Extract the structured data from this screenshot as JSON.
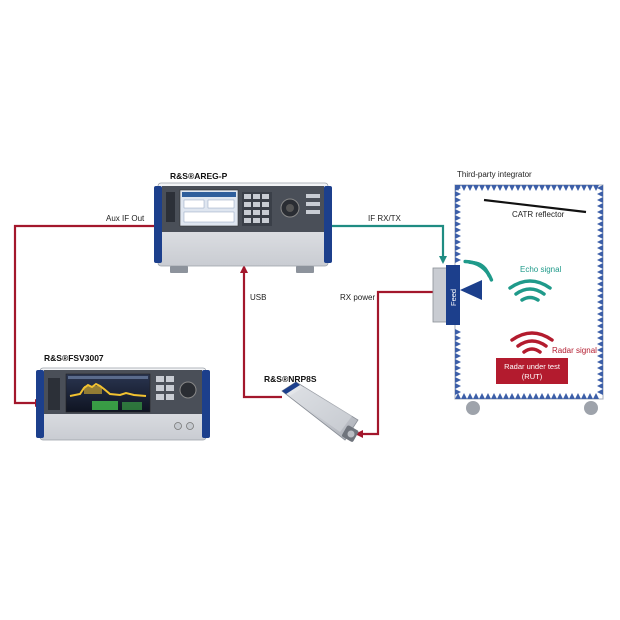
{
  "devices": {
    "areg": {
      "label": "R&S®AREG-P"
    },
    "fsv": {
      "label": "R&S®FSV3007"
    },
    "nrp": {
      "label": "R&S®NRP8S"
    },
    "chamber": {
      "label": "Third-party integrator",
      "reflector": "CATR reflector",
      "feed": "Feed",
      "echo": "Echo signal",
      "radar": "Radar signal",
      "rut_line1": "Radar under test",
      "rut_line2": "(RUT)"
    }
  },
  "connections": {
    "aux_if": "Aux IF Out",
    "if_rxtx": "IF RX/TX",
    "usb": "USB",
    "rx_power": "RX power"
  },
  "colors": {
    "cable_red": "#a3172c",
    "cable_teal": "#1f8c82",
    "echo_teal": "#1f9a8a",
    "radar_red": "#b31b2e",
    "instrument_blue": "#1c3f8c",
    "absorber_blue": "#3d5fa8"
  }
}
